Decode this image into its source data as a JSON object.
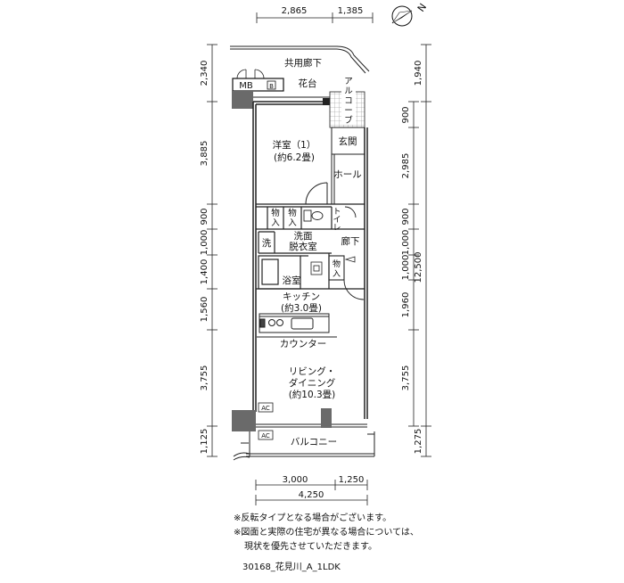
{
  "compass": {
    "letter": "N"
  },
  "dimensions": {
    "top": [
      "2,865",
      "1,385"
    ],
    "bottom_row1": [
      "3,000",
      "1,250"
    ],
    "bottom_row2": "4,250",
    "left": [
      "2,340",
      "3,885",
      "900",
      "1,000",
      "1,400",
      "1,560",
      "3,755",
      "1,125"
    ],
    "right_inner": [
      "900",
      "2,985",
      "900",
      "1,000",
      "1,000",
      "1,960",
      "3,755"
    ],
    "right_outer": [
      "1,940",
      "12,500",
      "1,275"
    ]
  },
  "rooms": {
    "corridor": "共用廊下",
    "mb": "MB",
    "mb_box": "B",
    "planter": "花台",
    "alcove": [
      "ア",
      "ル",
      "コ",
      "ー",
      "ブ"
    ],
    "western_room": {
      "name": "洋室（1）",
      "area": "(約6.2畳)"
    },
    "entrance": "玄関",
    "hall": "ホール",
    "storage1": [
      "物",
      "入"
    ],
    "storage2": [
      "物",
      "入"
    ],
    "toilet": [
      "ト",
      "イ",
      "レ"
    ],
    "wash": "洗",
    "washroom": [
      "洗面",
      "脱衣室"
    ],
    "hallway": "廊下",
    "storage3": [
      "物",
      "入"
    ],
    "bathroom": "浴室",
    "kitchen": {
      "name": "キッチン",
      "area": "(約3.0畳)"
    },
    "counter": "カウンター",
    "living": {
      "name1": "リビング・",
      "name2": "ダイニング",
      "area": "(約10.3畳)"
    },
    "ac1": "AC",
    "ac2": "AC",
    "balcony": "バルコニー"
  },
  "notes": {
    "note1": "※反転タイプとなる場合がございます。",
    "note2": "※図面と実際の住宅が異なる場合については、",
    "note3": "現状を優先させていただきます。",
    "code": "30168_花見川_A_1LDK"
  }
}
